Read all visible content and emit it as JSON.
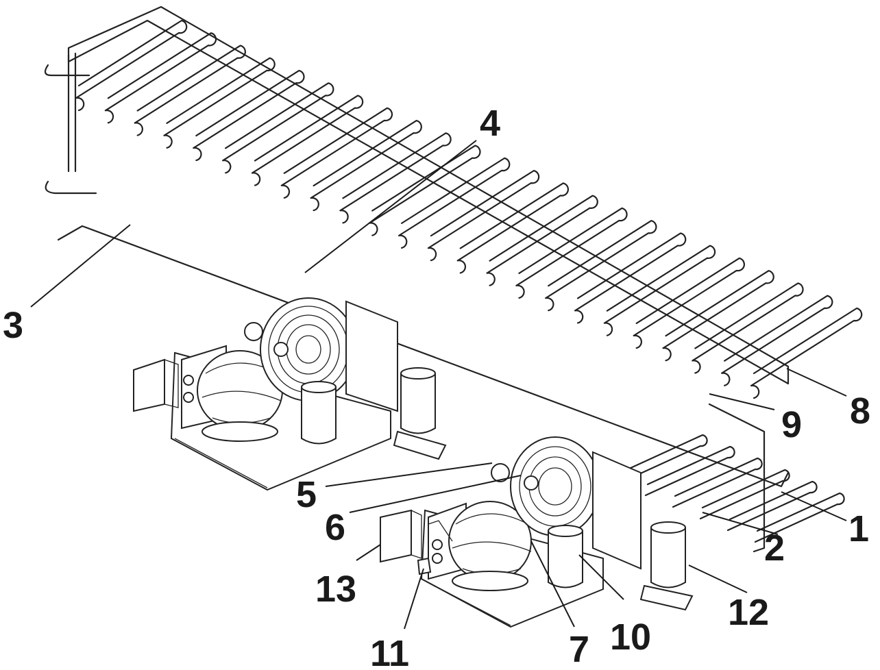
{
  "callouts": [
    {
      "id": "1",
      "label": "1"
    },
    {
      "id": "2",
      "label": "2"
    },
    {
      "id": "3",
      "label": "3"
    },
    {
      "id": "4",
      "label": "4"
    },
    {
      "id": "5",
      "label": "5"
    },
    {
      "id": "6",
      "label": "6"
    },
    {
      "id": "7",
      "label": "7"
    },
    {
      "id": "8",
      "label": "8"
    },
    {
      "id": "9",
      "label": "9"
    },
    {
      "id": "10",
      "label": "10"
    },
    {
      "id": "11",
      "label": "11"
    },
    {
      "id": "12",
      "label": "12"
    },
    {
      "id": "13",
      "label": "13"
    }
  ],
  "colors": {
    "line": "#222222",
    "background": "#ffffff"
  }
}
